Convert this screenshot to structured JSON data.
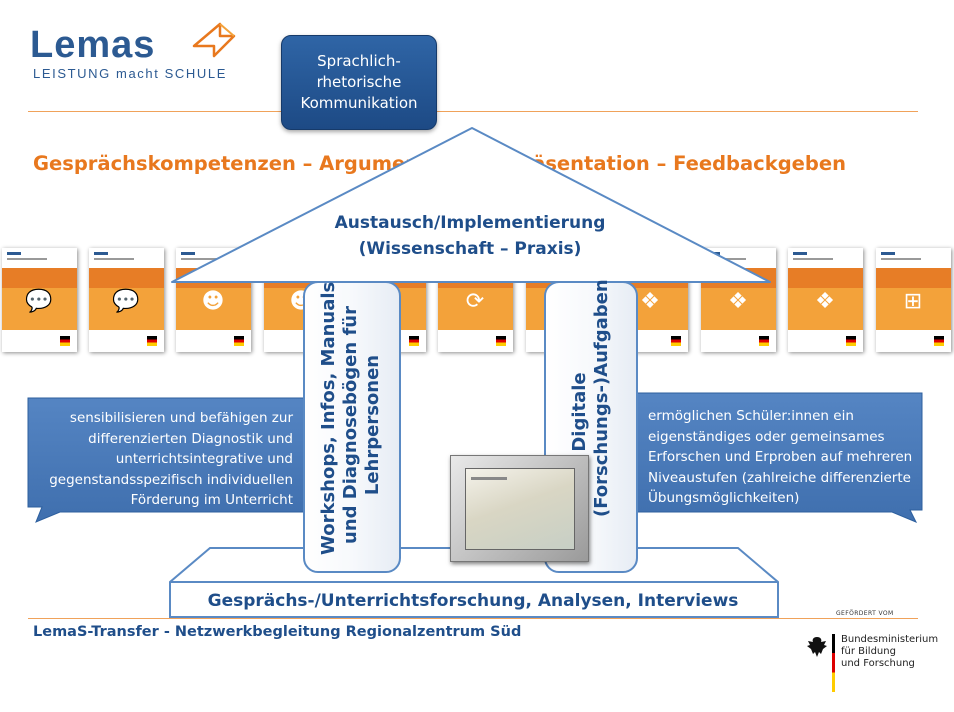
{
  "logo": {
    "word": "Lemas",
    "tagline": "LEISTUNG macht SCHULE",
    "icon": "paper-plane-icon"
  },
  "top_box": {
    "text": "Sprachlich-rhetorische Kommunikation"
  },
  "headline": "Gesprächskompetenzen – Argumentation – Präsentation – Feedbackgeben",
  "roof": {
    "line1": "Austausch/Implementierung",
    "line2": "(Wissenschaft – Praxis)"
  },
  "left_pillar": {
    "line1": "Workshops, Infos, Manuals",
    "line2": "und Diagnosebögen für",
    "line3": "Lehrpersonen"
  },
  "right_pillar": {
    "line1": "Digitale",
    "line2": "(Forschungs-)Aufgaben"
  },
  "left_callout": {
    "text": "sensibilisieren und befähigen zur differenzierten Diagnostik und unterrichtsintegrative und gegenstandsspezifisch individuellen Förderung im Unterricht"
  },
  "right_callout": {
    "text": "ermöglichen Schüler:innen ein eigenständiges oder gemeinsames Erforschen und Erproben auf mehreren Niveaustufen (zahlreiche differenzierte Übungsmöglichkeiten)"
  },
  "base": {
    "text": "Gesprächs-/Unterrichtsforschung, Analysen, Interviews"
  },
  "footer": {
    "text": "LemaS-Transfer - Netzwerkbegleitung Regionalzentrum Süd"
  },
  "sponsor": {
    "label": "GEFÖRDERT VOM",
    "line1": "Bundesministerium",
    "line2": "für Bildung",
    "line3": "und Forschung",
    "icon": "federal-eagle-icon"
  },
  "colors": {
    "brand_blue": "#2c5a92",
    "accent_orange": "#e8781e",
    "callout_blue": "#4f7fbd",
    "text_blue": "#1f4e8a"
  },
  "documents": [
    {
      "icon": "speech-bubbles-icon"
    },
    {
      "icon": "speech-bubbles-icon"
    },
    {
      "icon": "people-talking-icon"
    },
    {
      "icon": "people-talking-icon"
    },
    {
      "icon": "presentation-icon"
    },
    {
      "icon": "refresh-cycle-icon"
    },
    {
      "icon": "discussion-icon"
    },
    {
      "icon": "discussion-icon"
    },
    {
      "icon": "discussion-icon"
    },
    {
      "icon": "discussion-icon"
    },
    {
      "icon": "network-grid-icon"
    }
  ]
}
